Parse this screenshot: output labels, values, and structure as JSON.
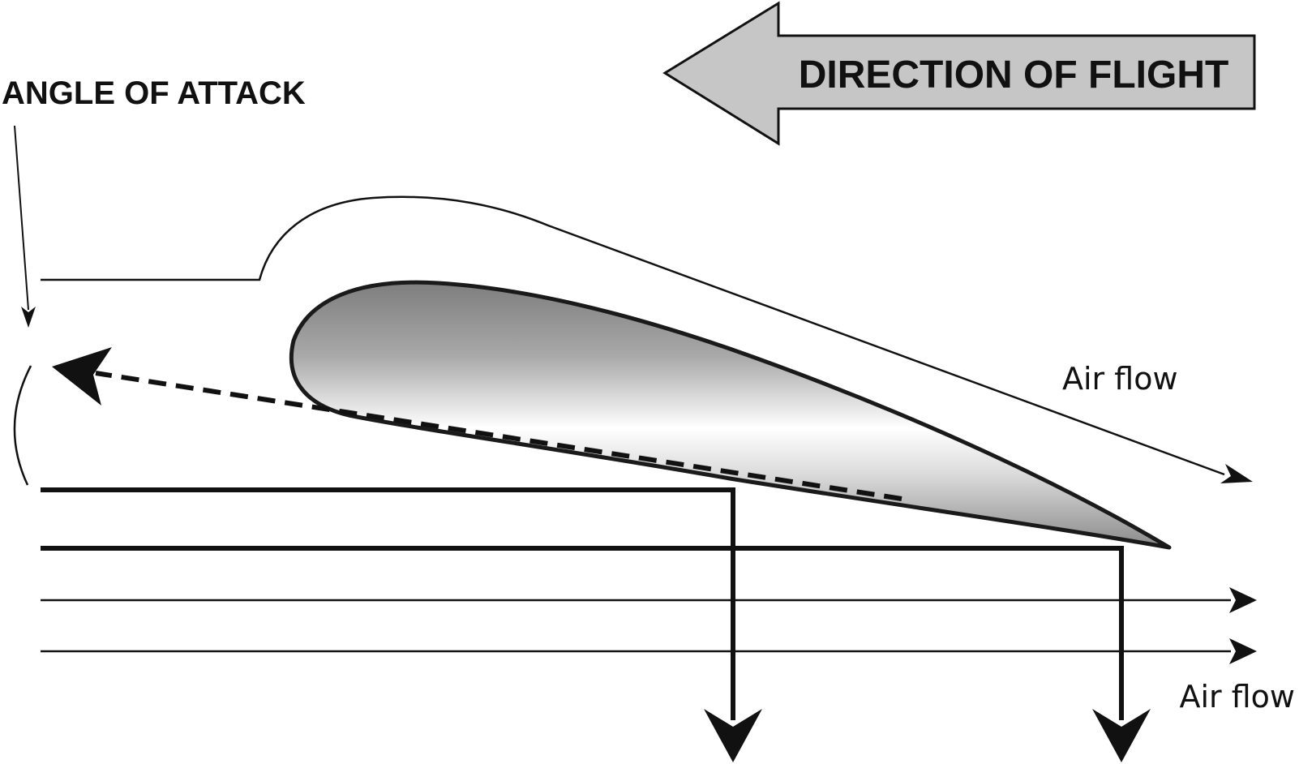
{
  "labels": {
    "angle_of_attack": "ANGLE OF ATTACK",
    "direction_of_flight": "DIRECTION OF FLIGHT",
    "air_flow_upper": "Air flow",
    "air_flow_lower": "Air flow"
  },
  "colors": {
    "ink": "#111111",
    "arrow_fill": "#c6c6c6",
    "airfoil_outline": "#1a1a1a",
    "airfoil_light": "#ffffff",
    "airfoil_dark": "#7a7a7a"
  }
}
